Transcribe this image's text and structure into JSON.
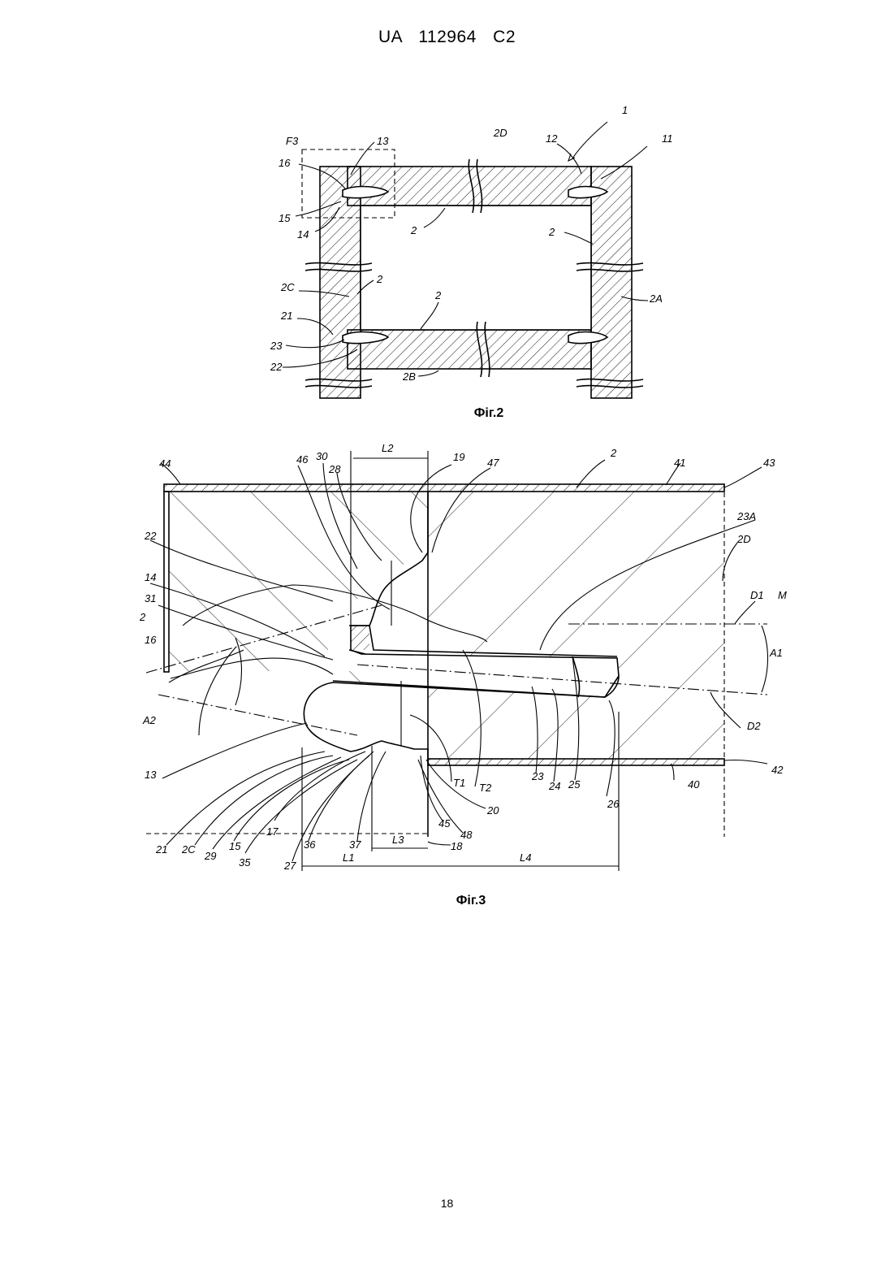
{
  "header": {
    "patent_number": "UA   112964   C2"
  },
  "figures": [
    {
      "id": "fig2",
      "caption": "Фіг.2",
      "labels": [
        "1",
        "2D",
        "12",
        "11",
        "F3",
        "13",
        "16",
        "15",
        "14",
        "2",
        "2",
        "2C",
        "2",
        "2A",
        "21",
        "2",
        "23",
        "22",
        "2B"
      ]
    },
    {
      "id": "fig3",
      "caption": "Фіг.3",
      "labels": [
        "44",
        "46",
        "30",
        "28",
        "L2",
        "19",
        "47",
        "2",
        "41",
        "43",
        "23A",
        "22",
        "2D",
        "14",
        "31",
        "2",
        "D1",
        "M",
        "16",
        "A1",
        "A2",
        "D2",
        "13",
        "T1",
        "T2",
        "23",
        "24",
        "25",
        "26",
        "40",
        "42",
        "20",
        "48",
        "45",
        "21",
        "2C",
        "29",
        "15",
        "35",
        "17",
        "36",
        "27",
        "37",
        "L3",
        "18",
        "L1",
        "L4"
      ]
    }
  ],
  "footer": {
    "page_number": "18"
  }
}
